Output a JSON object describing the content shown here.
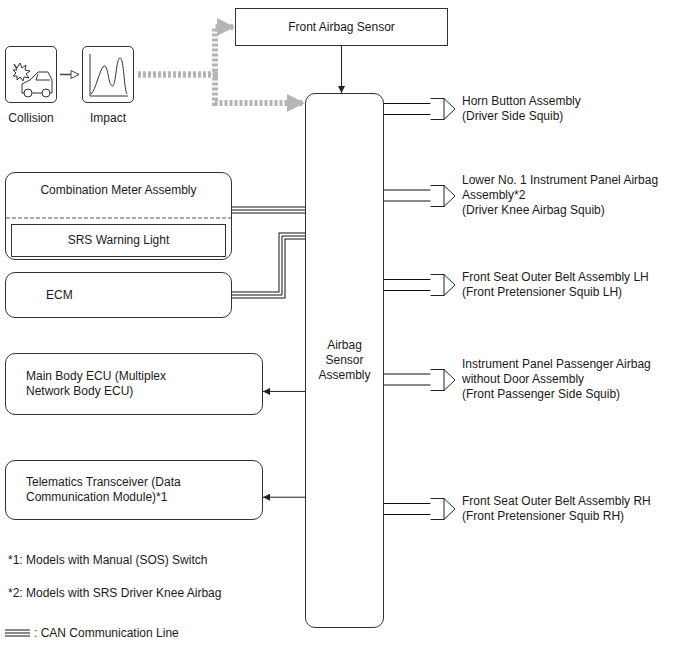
{
  "diagram": {
    "nodes": [
      {
        "text": [
          "Collision"
        ]
      },
      {
        "text": [
          "Impact"
        ]
      },
      {
        "text": [
          "Front Airbag Sensor"
        ]
      },
      {
        "text": [
          "Combination Meter Assembly"
        ]
      },
      {
        "text": [
          "SRS Warning Light"
        ],
        "in": 3
      },
      {
        "text": [
          "ECM"
        ]
      },
      {
        "text": [
          "Main Body ECU (Multiplex Network Body ECU)"
        ]
      },
      {
        "text": [
          "Telematics Transceiver (Data Communication Module)*1"
        ]
      },
      {
        "text": [
          "Airbag Sensor Assembly"
        ]
      },
      {
        "text": [
          "Horn Button Assembly",
          "(Driver Side Squib)"
        ]
      },
      {
        "text": [
          "Lower No. 1 Instrument Panel Airbag Assembly*2",
          "(Driver Knee Airbag Squib)"
        ]
      },
      {
        "text": [
          "Front Seat Outer Belt Assembly LH",
          "(Front Pretensioner Squib LH)"
        ]
      },
      {
        "text": [
          "Instrument Panel Passenger Airbag without Door Assembly",
          "(Front Passenger Side Squib)"
        ]
      },
      {
        "text": [
          "Front Seat Outer Belt Assembly RH",
          "(Front Pretensioner Squib RH)"
        ]
      }
    ],
    "edges": [
      {
        "from": 0,
        "to": 1,
        "arrow": "to"
      },
      {
        "from": 1,
        "to": 2,
        "arrow": "to"
      },
      {
        "from": 1,
        "to": 8,
        "arrow": "to"
      },
      {
        "from": 2,
        "to": 8,
        "arrow": "to"
      },
      {
        "from": 3,
        "to": 8,
        "arrow": "none"
      },
      {
        "from": 5,
        "to": 8,
        "arrow": "none"
      },
      {
        "from": 8,
        "to": 6,
        "arrow": "to"
      },
      {
        "from": 8,
        "to": 7,
        "arrow": "to"
      },
      {
        "from": 8,
        "to": 9,
        "arrow": "none"
      },
      {
        "from": 8,
        "to": 10,
        "arrow": "none"
      },
      {
        "from": 8,
        "to": 11,
        "arrow": "none"
      },
      {
        "from": 8,
        "to": 12,
        "arrow": "none"
      },
      {
        "from": 8,
        "to": 13,
        "arrow": "none"
      }
    ],
    "labels": [
      "*1: Models with Manual (SOS) Switch",
      "*2: Models with SRS Driver Knee Airbag"
    ],
    "legend": [
      {
        "text": ": CAN Communication Line"
      }
    ]
  }
}
